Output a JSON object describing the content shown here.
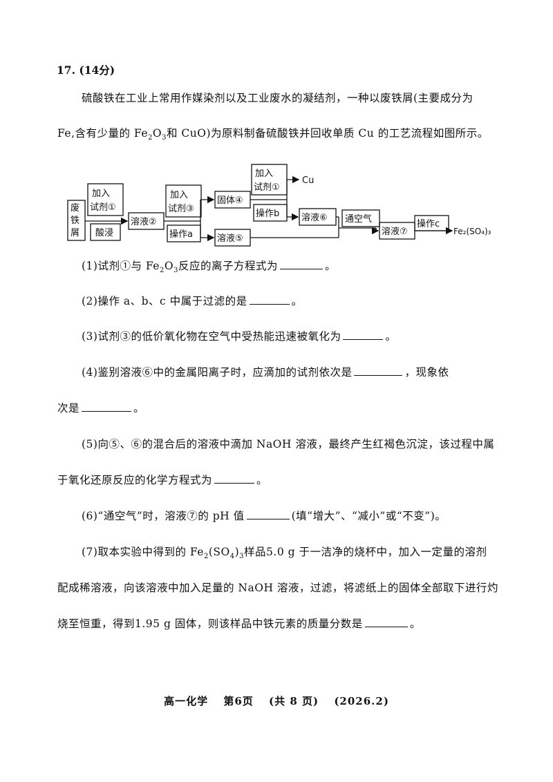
{
  "question": {
    "number": "17.",
    "score": "(14分)"
  },
  "intro": {
    "line1": "硫酸铁在工业上常用作媒染剂以及工业废水的凝结剂，一种以废铁屑(主要成分为",
    "line2a": "Fe,含有少量的 Fe",
    "line2b": "O",
    "line2c": "和 CuO)为原料制备硫酸铁并回收单质 Cu 的工艺流程如图所示。",
    "sub2": "2",
    "sub3": "3"
  },
  "flow": {
    "waste_iron": [
      "废",
      "铁",
      "屑"
    ],
    "add_reagent1": [
      "加入",
      "试剂①"
    ],
    "acid_leach": "酸浸",
    "solution2": "溶液②",
    "add_reagent3": [
      "加入",
      "试剂③"
    ],
    "operation_a": "操作a",
    "solid4": "固体④",
    "solution5": "溶液⑤",
    "add_reagent_top": [
      "加入",
      "试剂①"
    ],
    "cu": "Cu",
    "operation_b": "操作b",
    "solution6": "溶液⑥",
    "air": "通空气",
    "solution7": "溶液⑦",
    "operation_c": "操作c",
    "product": "Fe₂(SO₄)₃"
  },
  "questions": {
    "q1a": "(1)试剂①与 Fe",
    "q1b": "O",
    "q1c": "反应的离子方程式为",
    "q1d": "。",
    "q2a": "(2)操作 a、b、c 中属于过滤的是",
    "q2b": "。",
    "q3a": "(3)试剂③的低价氧化物在空气中受热能迅速被氧化为",
    "q3b": "。",
    "q4a": "(4)鉴别溶液⑥中的金属阳离子时，应滴加的试剂依次是",
    "q4b": "，现象依",
    "q4c": "次是",
    "q4d": "。",
    "q5a": "(5)向⑤、⑥的混合后的溶液中滴加 NaOH 溶液，最终产生红褐色沉淀，该过程中属",
    "q5b": "于氧化还原反应的化学方程式为",
    "q5c": "。",
    "q6a": "(6)“通空气”时，溶液⑦的 pH 值",
    "q6b": "(填“增大”、“减小”或“不变”)。",
    "q7a": "(7)取本实验中得到的 Fe",
    "q7b": "(SO",
    "q7c": ")",
    "q7d": "样品5.0 g 于一洁净的烧杯中，加入一定量的溶剂",
    "q7e": "配成稀溶液，向该溶液中加入足量的 NaOH 溶液，过滤，将滤纸上的固体全部取下进行灼",
    "q7f": "烧至恒重，得到1.95 g 固体，则该样品中铁元素的质量分数是",
    "q7g": "。",
    "sub2": "2",
    "sub3": "3",
    "sub4": "4"
  },
  "footer": {
    "subject": "高一化学",
    "page": "第6页",
    "total": "(共 8 页)",
    "date": "(2026.2)"
  }
}
